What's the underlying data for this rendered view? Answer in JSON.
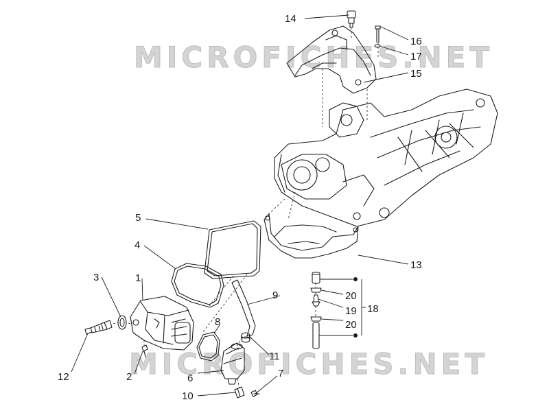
{
  "watermark": {
    "top": "MICROFICHES.NET",
    "bottom": "MICROFICHES.NET"
  },
  "callouts": [
    {
      "id": "c1",
      "label": "1"
    },
    {
      "id": "c2",
      "label": "2"
    },
    {
      "id": "c3",
      "label": "3"
    },
    {
      "id": "c4",
      "label": "4"
    },
    {
      "id": "c5",
      "label": "5"
    },
    {
      "id": "c6",
      "label": "6"
    },
    {
      "id": "c7",
      "label": "7"
    },
    {
      "id": "c8",
      "label": "8"
    },
    {
      "id": "c9",
      "label": "9"
    },
    {
      "id": "c10",
      "label": "10"
    },
    {
      "id": "c11",
      "label": "11"
    },
    {
      "id": "c12",
      "label": "12"
    },
    {
      "id": "c13",
      "label": "13"
    },
    {
      "id": "c14",
      "label": "14"
    },
    {
      "id": "c15",
      "label": "15"
    },
    {
      "id": "c16",
      "label": "16"
    },
    {
      "id": "c17",
      "label": "17"
    },
    {
      "id": "c18",
      "label": "18"
    },
    {
      "id": "c19",
      "label": "19"
    },
    {
      "id": "c20a",
      "label": "20"
    },
    {
      "id": "c20b",
      "label": "20"
    }
  ],
  "colors": {
    "line": "#1a1a1a",
    "watermark": "#cfcfcf"
  }
}
